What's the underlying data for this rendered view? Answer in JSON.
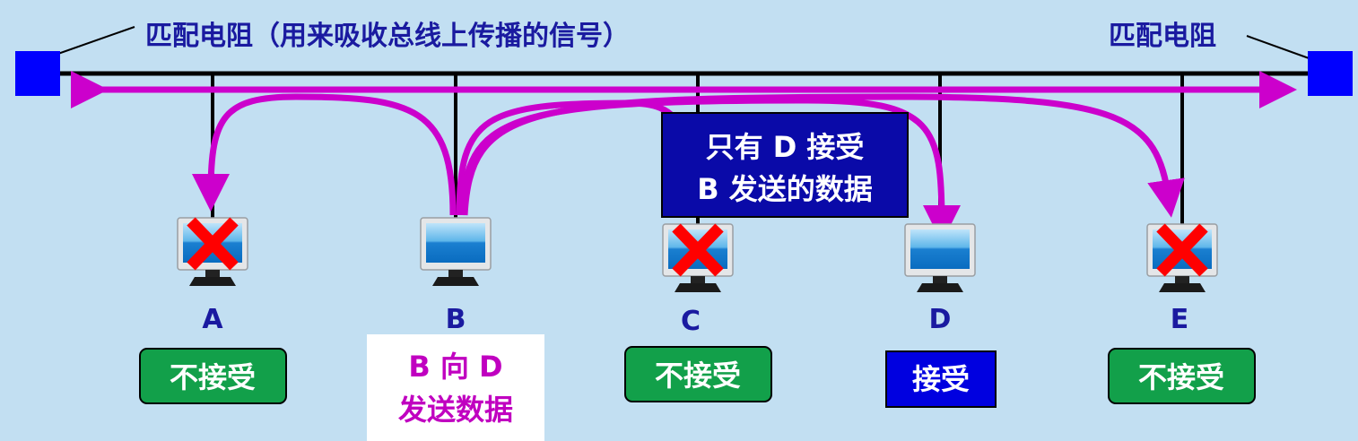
{
  "title_left": "匹配电阻（用来吸收总线上传播的信号）",
  "title_right": "匹配电阻",
  "note": {
    "line1": "只有 D 接受",
    "line2": "B 发送的数据"
  },
  "sender": {
    "line1": "B 向 D",
    "line2": "发送数据"
  },
  "stations": [
    {
      "name": "A",
      "status": "不接受",
      "rejected": true
    },
    {
      "name": "B",
      "status": "",
      "rejected": false
    },
    {
      "name": "C",
      "status": "不接受",
      "rejected": true
    },
    {
      "name": "D",
      "status": "接受",
      "rejected": false
    },
    {
      "name": "E",
      "status": "不接受",
      "rejected": true
    }
  ],
  "colors": {
    "bus": "#000000",
    "terminator": "#0000ff",
    "arrow": "#cc00cc",
    "reject_box": "#12a04a",
    "accept_box": "#0000e0",
    "note_box": "#0a0aa8",
    "label": "#1a1aa0"
  }
}
